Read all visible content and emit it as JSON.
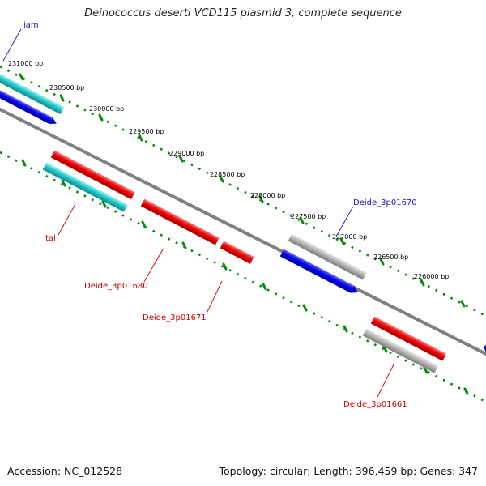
{
  "title": "Deinococcus deserti VCD115 plasmid 3, complete sequence",
  "footer": {
    "accession": "Accession: NC_012528",
    "summary": "Topology: circular; Length: 396,459 bp; Genes: 347"
  },
  "ruler": {
    "ticks": [
      "231000 bp",
      "230500 bp",
      "230000 bp",
      "229500 bp",
      "229000 bp",
      "228500 bp",
      "228000 bp",
      "227500 bp",
      "227000 bp",
      "226500 bp",
      "226000 bp"
    ]
  },
  "genes": {
    "labels": [
      "iam",
      "Deide_3p01670",
      "tal",
      "Deide_3p01680",
      "Deide_3p01671",
      "Deide_3p01661"
    ]
  },
  "colors": {
    "backbone": "#808080",
    "forward_red": "#ee0000",
    "reverse_blue": "#0000ee",
    "rna_cyan": "#20c8c8",
    "pseudo_grey": "#b4b4b4",
    "tick_green": "#0a8a0a",
    "label_blue": "#1a1aaa",
    "label_red": "#cc0000"
  }
}
